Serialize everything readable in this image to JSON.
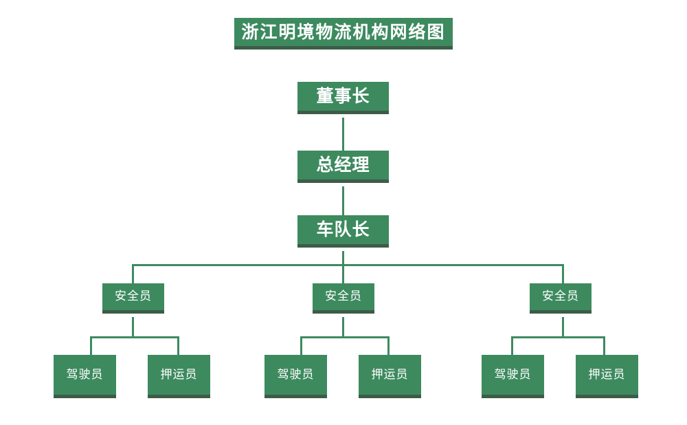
{
  "diagram": {
    "type": "org-chart",
    "title": "浙江明境物流机构网络图",
    "background_color": "#ffffff",
    "node_fill_color": "#3d8a5f",
    "node_shadow_color": "#3d5c48",
    "connector_color": "#3d8a60",
    "node_text_color": "#ffffff"
  },
  "levels": {
    "level0_label": "董事长",
    "level1_label": "总经理",
    "level2_label": "车队长"
  },
  "branches": [
    {
      "safety_label": "安全员",
      "children": [
        {
          "label": "驾驶员"
        },
        {
          "label": "押运员"
        }
      ]
    },
    {
      "safety_label": "安全员",
      "children": [
        {
          "label": "驾驶员"
        },
        {
          "label": "押运员"
        }
      ]
    },
    {
      "safety_label": "安全员",
      "children": [
        {
          "label": "驾驶员"
        },
        {
          "label": "押运员"
        }
      ]
    }
  ]
}
